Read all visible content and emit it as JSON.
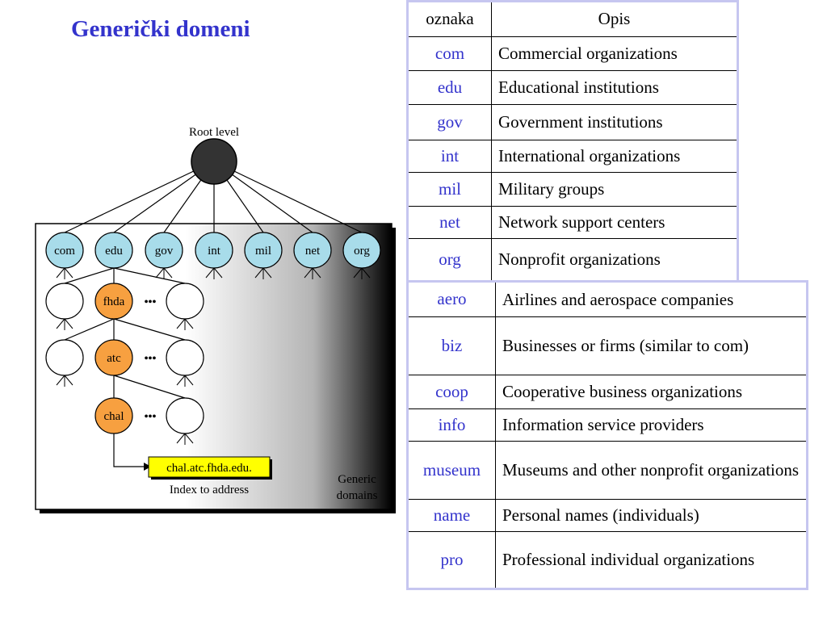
{
  "slide": {
    "title": "Generički domeni"
  },
  "diagram": {
    "root_label": "Root level",
    "tlds": [
      "com",
      "edu",
      "gov",
      "int",
      "mil",
      "net",
      "org"
    ],
    "path_nodes": [
      "fhda",
      "atc",
      "chal"
    ],
    "ellipsis": "•••",
    "address": "chal.atc.fhda.edu.",
    "address_caption": "Index to address",
    "region_label_line1": "Generic",
    "region_label_line2": "domains",
    "colors": {
      "tld_fill": "#a8dcea",
      "path_fill": "#f7a040",
      "root_fill": "#333333",
      "address_fill": "#ffff00"
    }
  },
  "table1": {
    "header": {
      "code": "oznaka",
      "desc": "Opis"
    },
    "rows": [
      {
        "code": "com",
        "desc": "Commercial organizations"
      },
      {
        "code": "edu",
        "desc": "Educational institutions"
      },
      {
        "code": "gov",
        "desc": "Government institutions"
      },
      {
        "code": "int",
        "desc": "International organizations"
      },
      {
        "code": "mil",
        "desc": "Military groups"
      },
      {
        "code": "net",
        "desc": "Network support centers"
      },
      {
        "code": "org",
        "desc": "Nonprofit organizations"
      }
    ]
  },
  "table2": {
    "rows": [
      {
        "code": "aero",
        "desc": "Airlines and aerospace companies"
      },
      {
        "code": "biz",
        "desc": "Businesses or firms (similar to com)"
      },
      {
        "code": "coop",
        "desc": "Cooperative business organizations"
      },
      {
        "code": "info",
        "desc": "Information service providers"
      },
      {
        "code": "museum",
        "desc": "Museums and other nonprofit organizations"
      },
      {
        "code": "name",
        "desc": "Personal names (individuals)"
      },
      {
        "code": "pro",
        "desc": "Professional individual organizations"
      }
    ]
  }
}
